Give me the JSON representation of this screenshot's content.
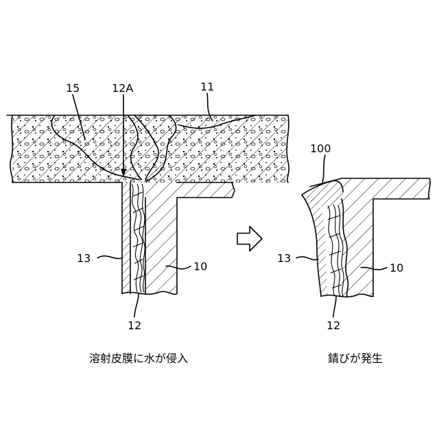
{
  "labels": {
    "coating_left": "11",
    "water_path_left": "15",
    "water_entry_left": "12A",
    "side_coating_left": "13",
    "base_metal_left": "10",
    "gap_left": "12",
    "rust_right": "100",
    "side_coating_right": "13",
    "base_metal_right": "10",
    "gap_right": "12"
  },
  "captions": {
    "left": "溶射皮膜に水が侵入",
    "right": "錆びが発生"
  },
  "colors": {
    "stroke": "#000000",
    "background": "#ffffff"
  }
}
